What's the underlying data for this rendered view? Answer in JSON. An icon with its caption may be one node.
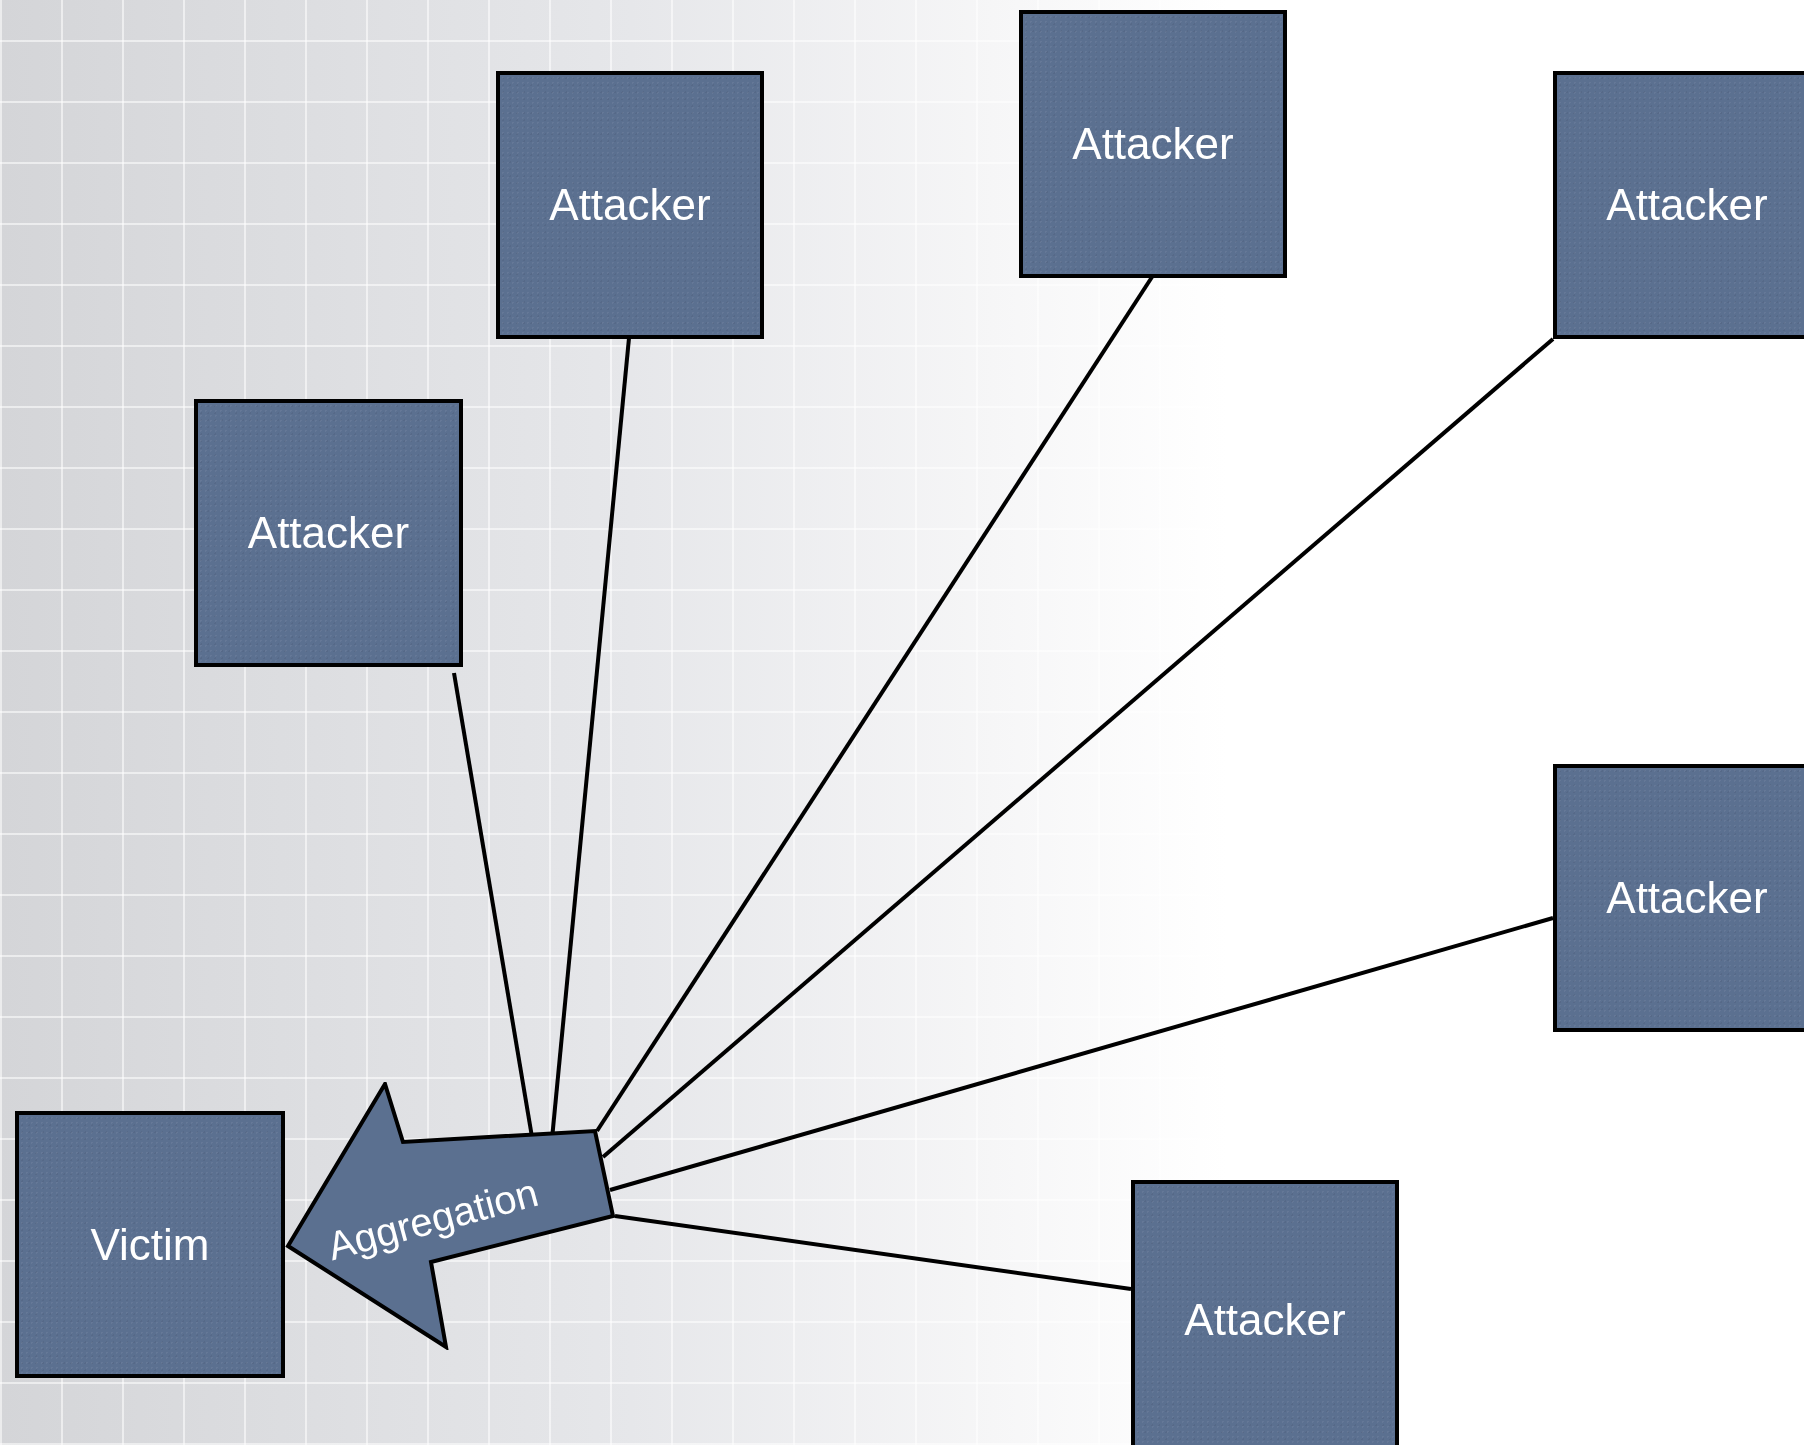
{
  "diagram": {
    "nodes": [
      {
        "text": [
          "Attacker"
        ]
      },
      {
        "text": [
          "Attacker"
        ]
      },
      {
        "text": [
          "Attacker"
        ]
      },
      {
        "text": [
          "Attacker"
        ]
      },
      {
        "text": [
          "Attacker"
        ]
      },
      {
        "text": [
          "Attacker"
        ]
      },
      {
        "text": [
          "Aggregation"
        ]
      },
      {
        "text": [
          "Victim"
        ]
      }
    ],
    "edges": [
      {
        "from": 3,
        "to": 6,
        "arrow": "none"
      },
      {
        "from": 0,
        "to": 6,
        "arrow": "none"
      },
      {
        "from": 1,
        "to": 6,
        "arrow": "none"
      },
      {
        "from": 2,
        "to": 6,
        "arrow": "none"
      },
      {
        "from": 4,
        "to": 6,
        "arrow": "none"
      },
      {
        "from": 5,
        "to": 6,
        "arrow": "none"
      }
    ]
  }
}
